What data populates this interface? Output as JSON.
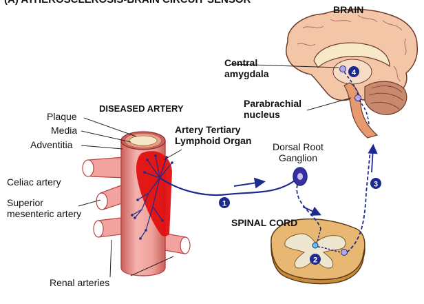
{
  "header": {
    "title": "(A) ATHEROSCLEROSIS-BRAIN CIRCUIT SENSOR"
  },
  "labels": {
    "brain": "BRAIN",
    "central_amygdala": [
      "Central",
      "amygdala"
    ],
    "parabrachial_nucleus": [
      "Parabrachial",
      "nucleus"
    ],
    "diseased_artery": "DISEASED ARTERY",
    "plaque": "Plaque",
    "media": "Media",
    "adventitia": "Adventitia",
    "artery_tertiary_lymphoid_organ": [
      "Artery Tertiary",
      "Lymphoid Organ"
    ],
    "dorsal_root_ganglion": [
      "Dorsal Root",
      "Ganglion"
    ],
    "celiac_artery": "Celiac artery",
    "superior_mesenteric_artery": [
      "Superior",
      "mesenteric artery"
    ],
    "spinal_cord": "SPINAL CORD",
    "renal_arteries": "Renal arteries"
  },
  "steps": [
    "1",
    "2",
    "3",
    "4"
  ],
  "colors": {
    "nerve": "#1b2a8c",
    "artery": "#f2a3a0",
    "artery_dark": "#b9433f",
    "lymphoid": "#e01010",
    "brain": "#f4c6a8",
    "cerebellum": "#c9896e",
    "spinal_cord": "#e8b873",
    "grey_matter": "#efe6cf"
  }
}
